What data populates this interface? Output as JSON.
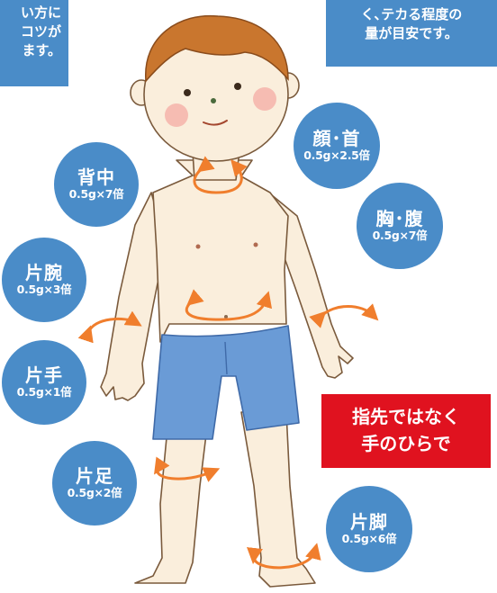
{
  "notes": {
    "left": [
      "い方に",
      "コツが",
      "ます。"
    ],
    "right": [
      "く､テカる程度の",
      "量が目安です。"
    ]
  },
  "badges": {
    "face_neck": {
      "title": "顔･首",
      "dose": "0.5g×2.5倍"
    },
    "back": {
      "title": "背中",
      "dose": "0.5g×7倍"
    },
    "chest_belly": {
      "title": "胸･腹",
      "dose": "0.5g×7倍"
    },
    "one_arm": {
      "title": "片腕",
      "dose": "0.5g×3倍"
    },
    "one_hand": {
      "title": "片手",
      "dose": "0.5g×1倍"
    },
    "one_foot": {
      "title": "片足",
      "dose": "0.5g×2倍"
    },
    "one_leg": {
      "title": "片脚",
      "dose": "0.5g×6倍"
    }
  },
  "callout": [
    "指先ではなく",
    "手のひらで"
  ],
  "colors": {
    "badge_blue": "#4a8cc8",
    "callout_red": "#e0121f",
    "arrow_orange": "#f07e2d",
    "shorts_blue": "#6a9bd6",
    "skin": "#faeedc",
    "hair": "#c9762e"
  }
}
